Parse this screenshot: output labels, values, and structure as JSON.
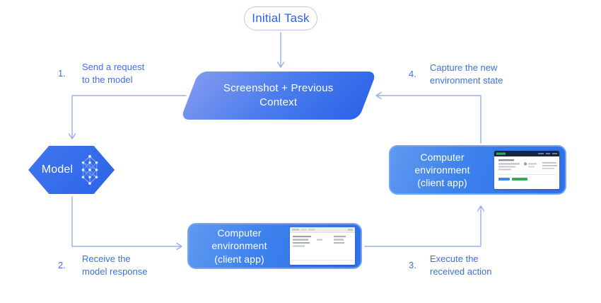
{
  "diagram_title": "Initial Task",
  "task_pill": {
    "label": "Initial Task"
  },
  "flow": {
    "context_step": {
      "line1": "Screenshot + Previous",
      "line2": "Context"
    },
    "model": {
      "label": "Model",
      "icon": "network-graph-icon"
    },
    "env_bottom": {
      "line1": "Computer environment",
      "line2": "(client app)",
      "thumbnail": "desktop-app-screenshot"
    },
    "env_right": {
      "line1": "Computer environment",
      "line2": "(client app)",
      "thumbnail": "web-app-screenshot"
    }
  },
  "steps": [
    {
      "num": "1.",
      "line1": "Send a request",
      "line2": "to the model"
    },
    {
      "num": "2.",
      "line1": "Receive the",
      "line2": "model response"
    },
    {
      "num": "3.",
      "line1": "Execute the",
      "line2": "received action"
    },
    {
      "num": "4.",
      "line1": "Capture the new",
      "line2": "environment state"
    }
  ],
  "colors": {
    "accent_blue": "#2b63e8",
    "gradient_light_blue": "#8099ef",
    "box_border_blue": "#74a6f2",
    "label_text_blue": "#3d6fe8",
    "connector_blue": "#99aef0",
    "pill_border_blue": "#b9c9f6",
    "thumbnail_green": "#34a853",
    "thumbnail_navy": "#16263f"
  }
}
